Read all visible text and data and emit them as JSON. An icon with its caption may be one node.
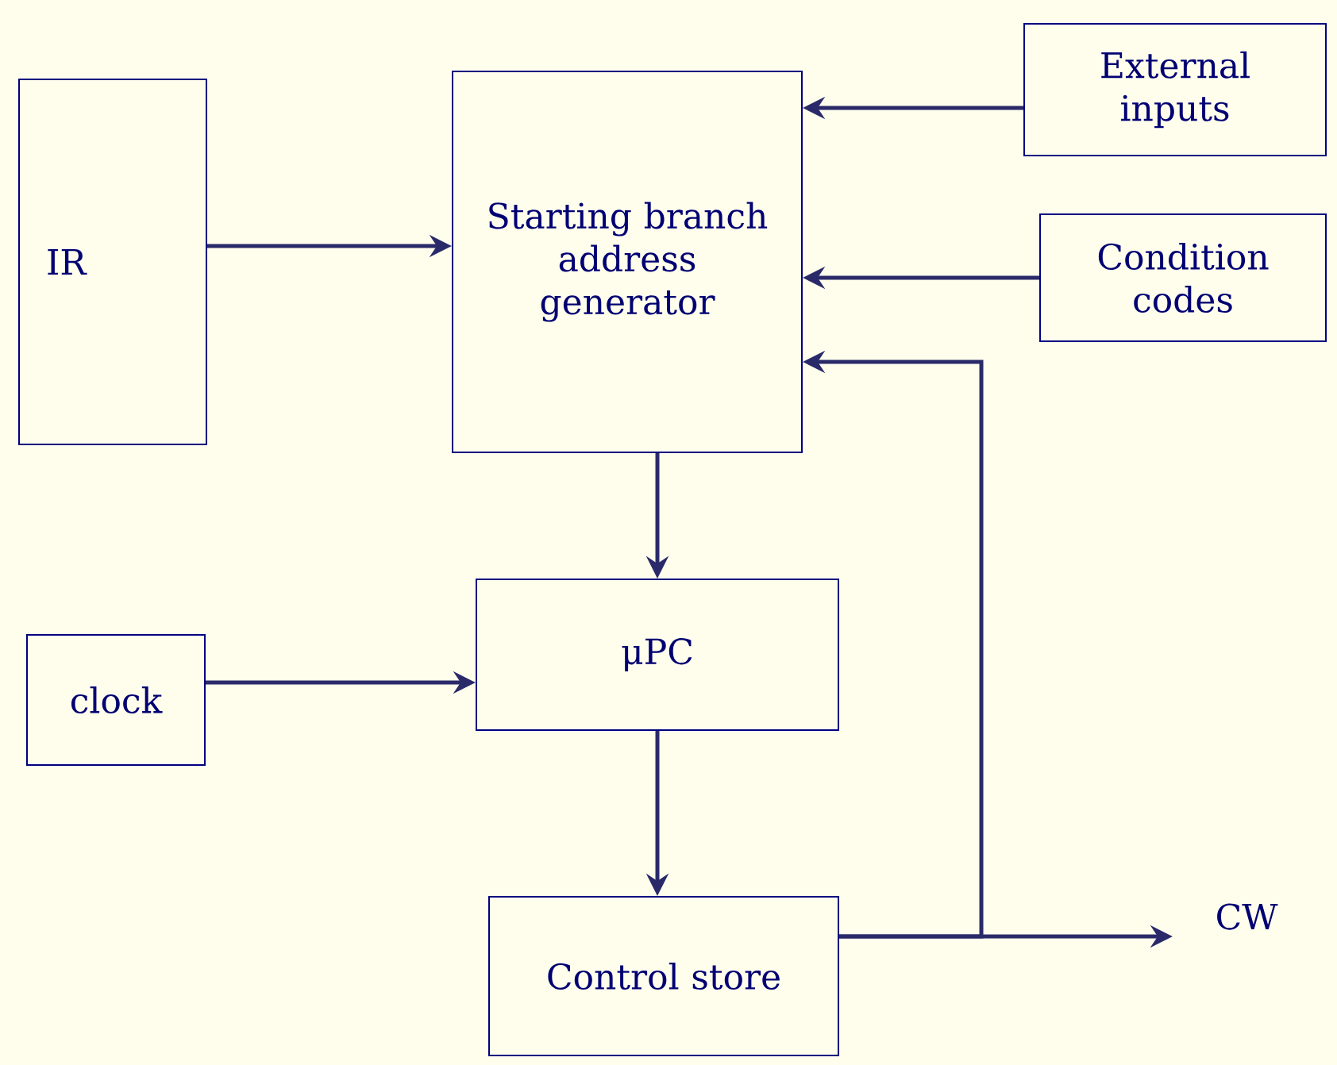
{
  "diagram": {
    "nodes": [
      {
        "text": [
          "IR"
        ]
      },
      {
        "text": [
          "Starting branch address generator"
        ]
      },
      {
        "text": [
          "External inputs"
        ]
      },
      {
        "text": [
          "Condition codes"
        ]
      },
      {
        "text": [
          "μPC"
        ]
      },
      {
        "text": [
          "clock"
        ]
      },
      {
        "text": [
          "Control store"
        ]
      },
      {
        "text": [
          "CW"
        ]
      }
    ],
    "edges": [
      {
        "from": 0,
        "to": 1,
        "arrow": "to"
      },
      {
        "from": 2,
        "to": 1,
        "arrow": "to"
      },
      {
        "from": 3,
        "to": 1,
        "arrow": "to"
      },
      {
        "from": 1,
        "to": 4,
        "arrow": "to"
      },
      {
        "from": 5,
        "to": 4,
        "arrow": "to"
      },
      {
        "from": 4,
        "to": 6,
        "arrow": "to"
      },
      {
        "from": 6,
        "to": 7,
        "arrow": "to"
      },
      {
        "from": 6,
        "to": 1,
        "arrow": "to"
      }
    ]
  }
}
